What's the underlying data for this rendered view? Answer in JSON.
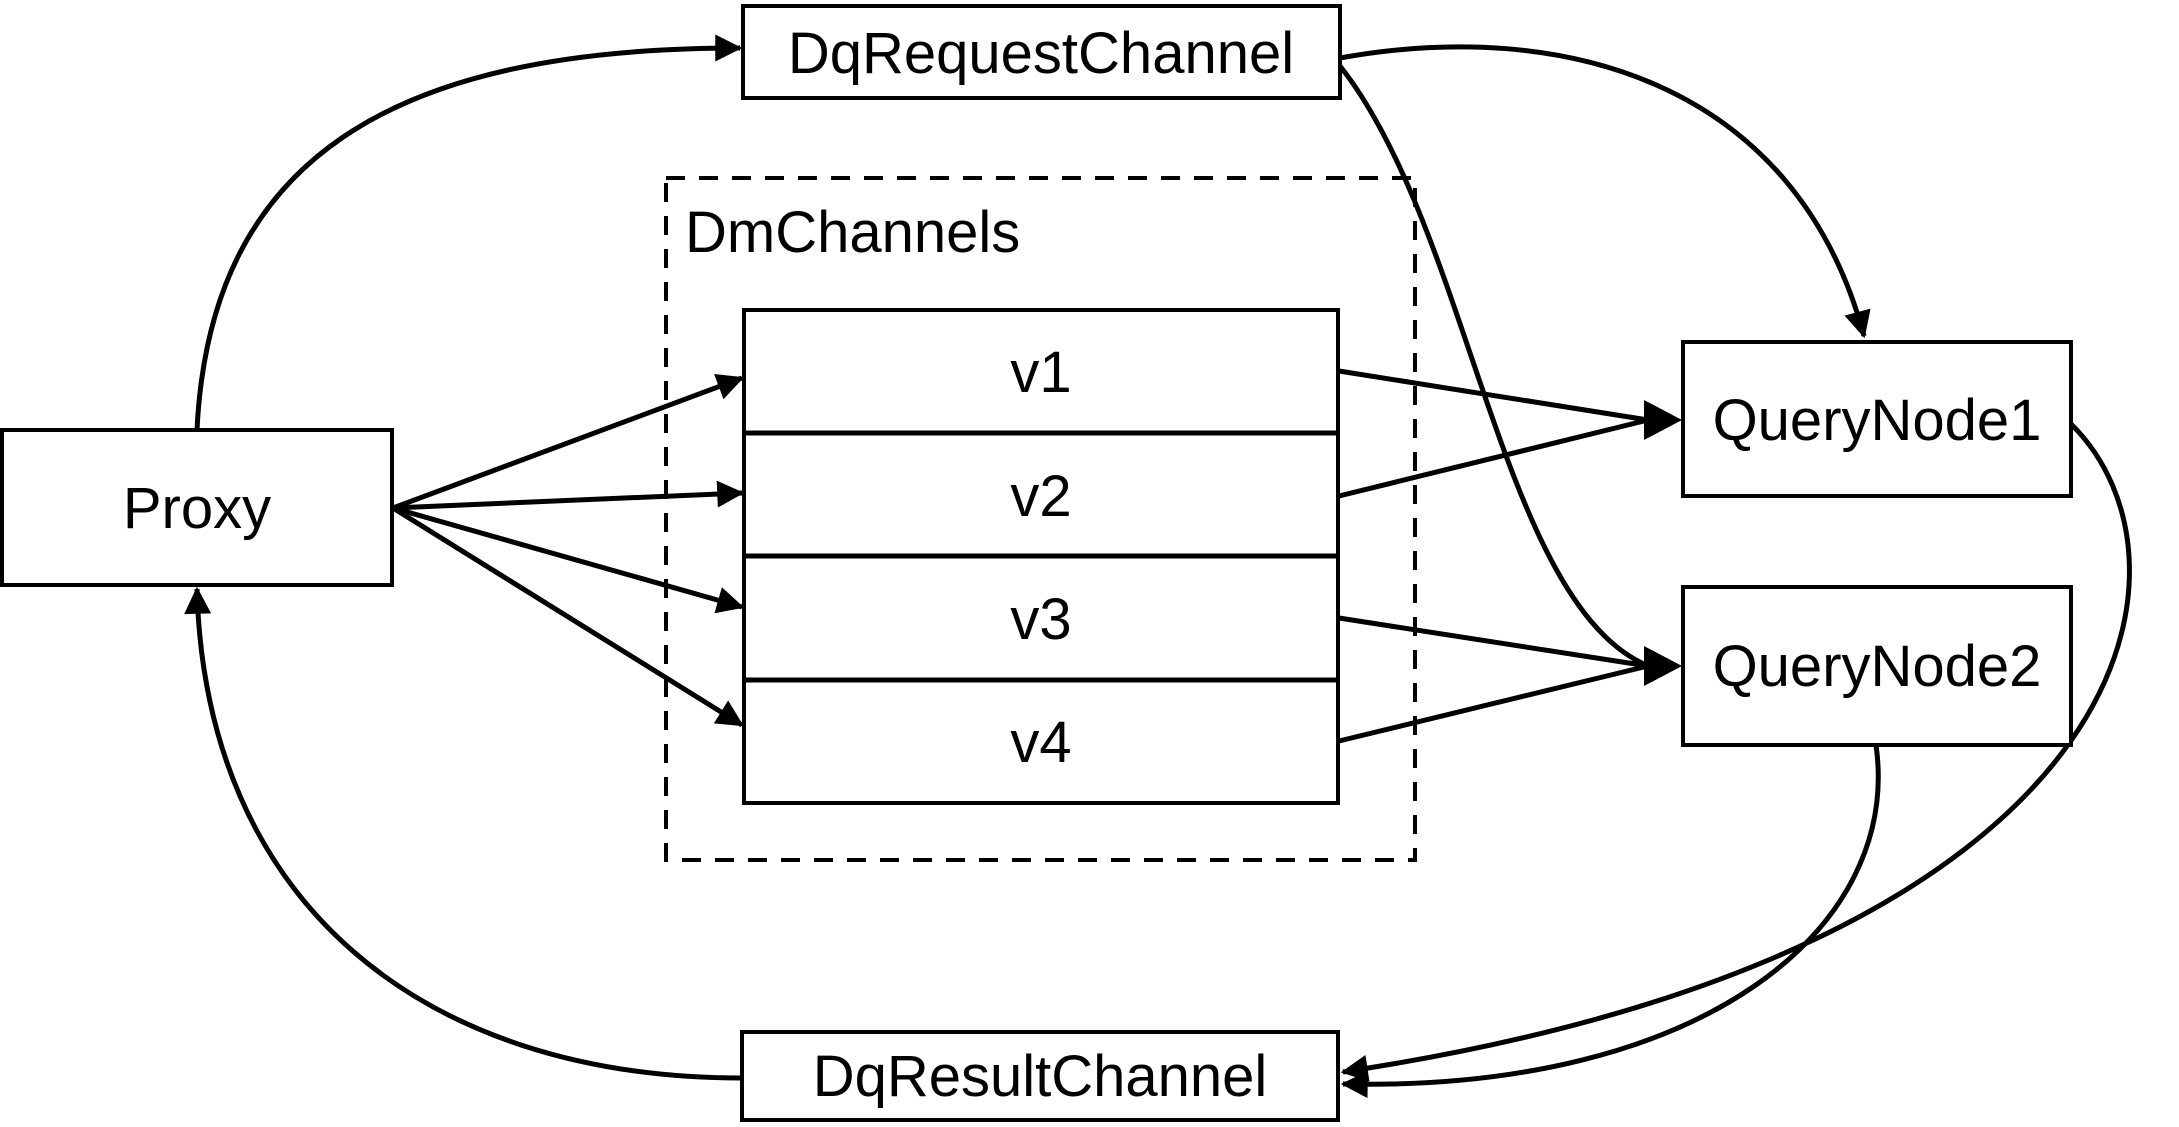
{
  "diagram": {
    "title": "query-flow-diagram",
    "background_color": "#ffffff",
    "stroke_color": "#000000",
    "nodes": {
      "proxy": {
        "label": "Proxy"
      },
      "dq_request_channel": {
        "label": "DqRequestChannel"
      },
      "dm_channels_group": {
        "label": "DmChannels"
      },
      "channels": [
        {
          "label": "v1"
        },
        {
          "label": "v2"
        },
        {
          "label": "v3"
        },
        {
          "label": "v4"
        }
      ],
      "query_node1": {
        "label": "QueryNode1"
      },
      "query_node2": {
        "label": "QueryNode2"
      },
      "dq_result_channel": {
        "label": "DqResultChannel"
      }
    },
    "edges": [
      {
        "from": "Proxy",
        "to": "DqRequestChannel",
        "style": "curved"
      },
      {
        "from": "DqRequestChannel",
        "to": "QueryNode1",
        "style": "curved"
      },
      {
        "from": "DqRequestChannel",
        "to": "QueryNode2",
        "style": "curved"
      },
      {
        "from": "Proxy",
        "to": "v1",
        "style": "straight"
      },
      {
        "from": "Proxy",
        "to": "v2",
        "style": "straight"
      },
      {
        "from": "Proxy",
        "to": "v3",
        "style": "straight"
      },
      {
        "from": "Proxy",
        "to": "v4",
        "style": "straight"
      },
      {
        "from": "v1",
        "to": "QueryNode1",
        "style": "straight"
      },
      {
        "from": "v2",
        "to": "QueryNode1",
        "style": "straight"
      },
      {
        "from": "v3",
        "to": "QueryNode2",
        "style": "straight"
      },
      {
        "from": "v4",
        "to": "QueryNode2",
        "style": "straight"
      },
      {
        "from": "QueryNode1",
        "to": "DqResultChannel",
        "style": "curved"
      },
      {
        "from": "QueryNode2",
        "to": "DqResultChannel",
        "style": "curved"
      },
      {
        "from": "DqResultChannel",
        "to": "Proxy",
        "style": "curved"
      }
    ]
  }
}
